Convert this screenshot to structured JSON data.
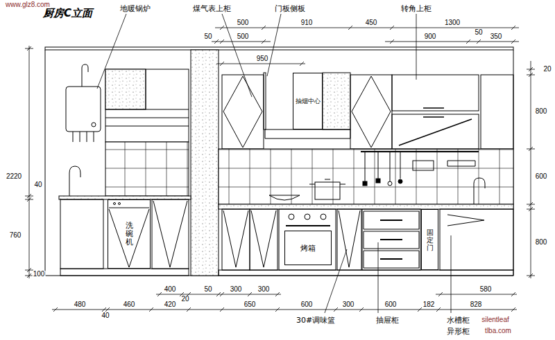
{
  "diagram": {
    "title": "厨房C立面",
    "nodes": [
      {
        "text": [
          "抽烟中心"
        ]
      },
      {
        "text": [
          "洗碗机"
        ]
      },
      {
        "text": [
          "烤箱"
        ]
      },
      {
        "text": [
          "固定门"
        ]
      }
    ],
    "labels": [
      "www.glz8.com",
      "地暖锅炉",
      "煤气表上柜",
      "门板侧板",
      "转角上柜",
      "500",
      "910",
      "450",
      "1300",
      "50",
      "500",
      "50",
      "900",
      "350",
      "950",
      "20",
      "800",
      "600",
      "800",
      "2220",
      "40",
      "760",
      "100",
      "400",
      "20",
      "50",
      "300",
      "300",
      "580",
      "480",
      "40",
      "460",
      "420",
      "650",
      "600",
      "300",
      "600",
      "182",
      "828",
      "30#调味篮",
      "抽屉柜",
      "水槽柜",
      "异形柜",
      "silentleaf",
      "tlba.com"
    ]
  }
}
